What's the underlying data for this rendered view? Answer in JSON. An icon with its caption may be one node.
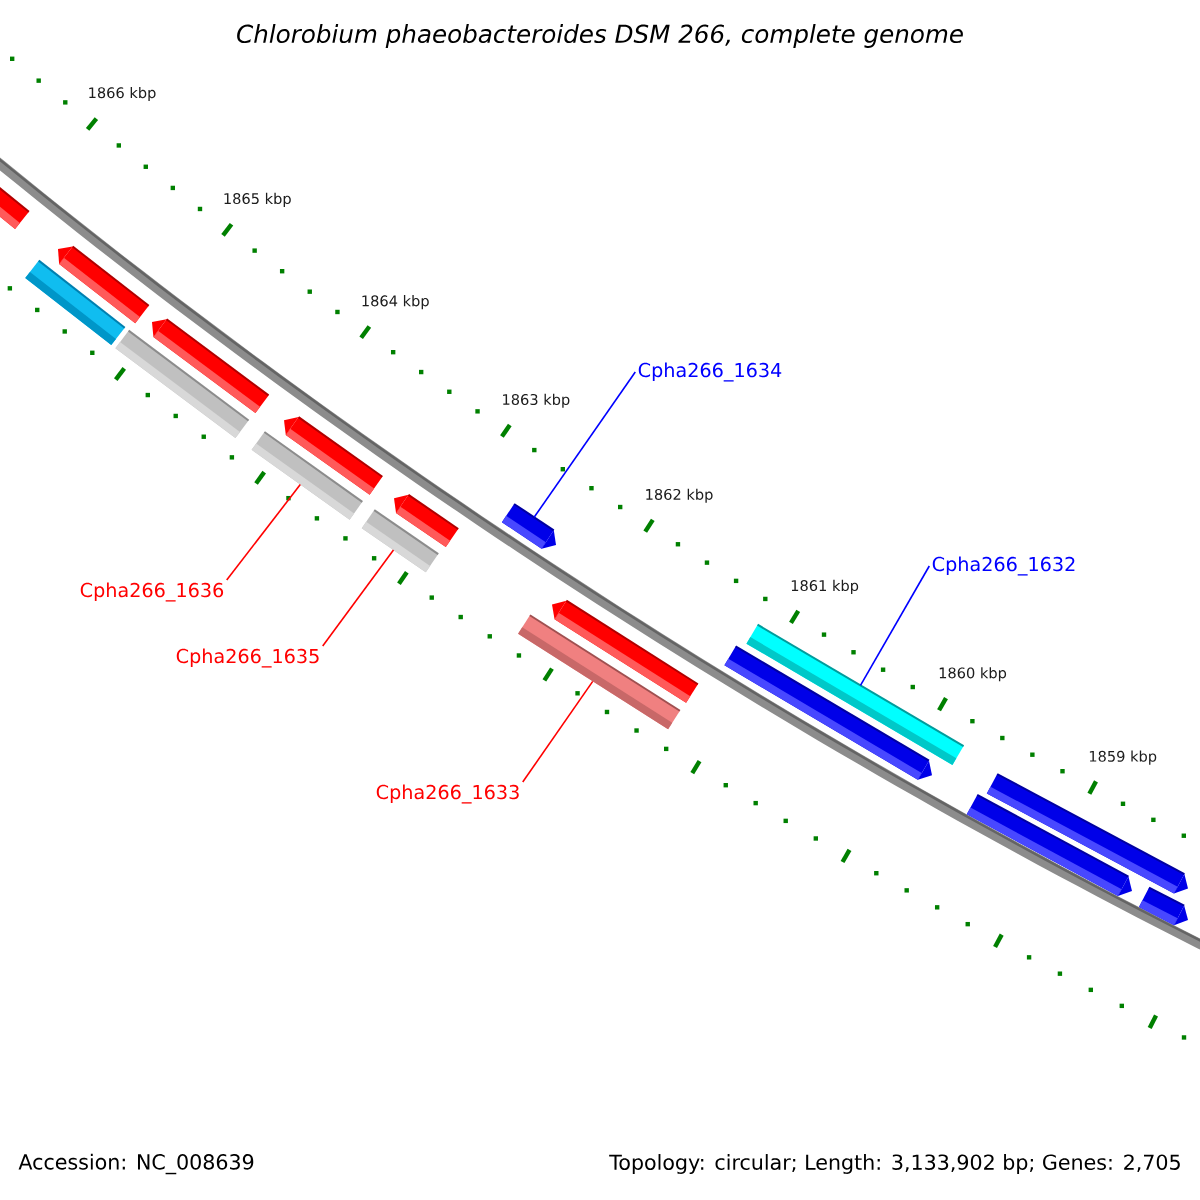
{
  "diagram": {
    "title": "Chlorobium phaeobacteroides DSM 266, complete genome",
    "nodes": [
      {
        "text": [],
        "shape": "bar"
      },
      {
        "text": [],
        "shape": "bar"
      },
      {
        "text": [],
        "shape": "bar"
      },
      {
        "text": [],
        "shape": "bar"
      },
      {
        "text": [],
        "shape": "bar"
      },
      {
        "text": [],
        "shape": "bar"
      },
      {
        "text": [],
        "shape": "bar"
      },
      {
        "text": [],
        "shape": "bar"
      },
      {
        "text": [],
        "shape": "bar"
      },
      {
        "text": [],
        "shape": "bar"
      },
      {
        "text": [],
        "shape": "bar"
      },
      {
        "text": [],
        "shape": "bar"
      },
      {
        "text": [],
        "shape": "bar"
      },
      {
        "text": [],
        "shape": "bar"
      },
      {
        "text": [],
        "shape": "bar"
      },
      {
        "text": [],
        "shape": "bar"
      },
      {
        "text": [],
        "shape": "bar"
      },
      {
        "text": [
          "Cpha266_1634"
        ]
      },
      {
        "text": [
          "Cpha266_1632"
        ]
      },
      {
        "text": [
          "Cpha266_1636"
        ]
      },
      {
        "text": [
          "Cpha266_1635"
        ]
      },
      {
        "text": [
          "Cpha266_1633"
        ]
      }
    ],
    "edges": [
      {
        "from": 17,
        "to": 9,
        "arrow": "none",
        "color": "#0000ff"
      },
      {
        "from": 18,
        "to": 13,
        "arrow": "none",
        "color": "#0000ff"
      },
      {
        "from": 19,
        "to": 5,
        "arrow": "none",
        "color": "#ff0000"
      },
      {
        "from": 20,
        "to": 7,
        "arrow": "none",
        "color": "#ff0000"
      },
      {
        "from": 21,
        "to": 10,
        "arrow": "none",
        "color": "#ff0000"
      }
    ],
    "labels": [
      "1866 kbp",
      "1865 kbp",
      "1864 kbp",
      "1863 kbp",
      "1862 kbp",
      "1861 kbp",
      "1860 kbp",
      "1859 kbp",
      "Accession: NC_008639",
      "Topology: circular; Length: 3,133,902 bp; Genes: 2,705"
    ]
  }
}
